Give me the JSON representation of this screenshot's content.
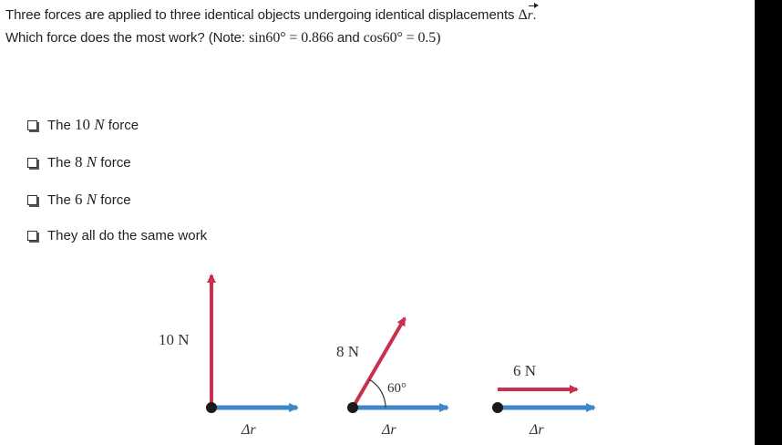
{
  "question": {
    "line1_text": "Three forces are applied to three identical objects undergoing identical displacements",
    "line1_symbol": "Δ",
    "line1_vector": "r",
    "line1_end": ".",
    "line2_text": "Which force does the most work? (Note:",
    "line2_sin": "sin60° = 0.866",
    "line2_and": "and",
    "line2_cos": "cos60° = 0.5)"
  },
  "options": [
    {
      "prefix": "The",
      "value": "10",
      "unit": "N",
      "suffix": "force"
    },
    {
      "prefix": "The",
      "value": "8",
      "unit": "N",
      "suffix": "force"
    },
    {
      "prefix": "The",
      "value": "6",
      "unit": "N",
      "suffix": "force"
    },
    {
      "label": "They all do the same work"
    }
  ],
  "diagram": {
    "cases": [
      {
        "force_label": "10 N",
        "magnitude_N": 10,
        "angle_deg": 90,
        "angle_label": "",
        "displacement_label": "Δr⃗"
      },
      {
        "force_label": "8 N",
        "magnitude_N": 8,
        "angle_deg": 60,
        "angle_label": "60°",
        "displacement_label": "Δr⃗"
      },
      {
        "force_label": "6 N",
        "magnitude_N": 6,
        "angle_deg": 0,
        "angle_label": "",
        "displacement_label": "Δr⃗"
      }
    ],
    "colors": {
      "force": "#c8304f",
      "displacement": "#3e86c8",
      "object": "#1a1a1a",
      "background": "#ffffff",
      "frame": "#000000"
    }
  }
}
